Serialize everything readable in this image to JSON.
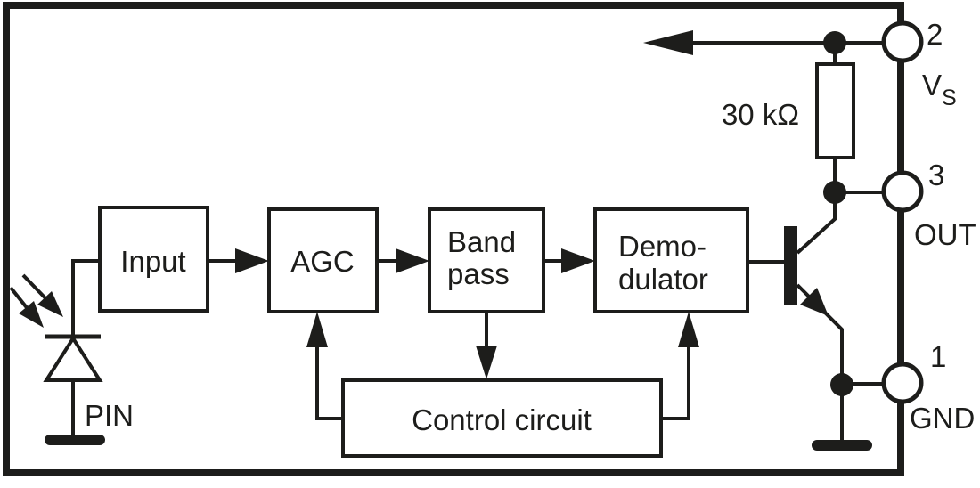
{
  "colors": {
    "ink": "#1d1d1b",
    "background": "#ffffff"
  },
  "blocks": {
    "input": {
      "label": "Input"
    },
    "agc": {
      "label": "AGC"
    },
    "bandpass": {
      "line1": "Band",
      "line2": "pass"
    },
    "demodulator": {
      "line1": "Demo-",
      "line2": "dulator"
    },
    "control": {
      "label": "Control circuit"
    }
  },
  "components": {
    "resistor": {
      "label": "30 kΩ"
    },
    "photodiode": {
      "label": "PIN"
    }
  },
  "pins": [
    {
      "number": "2",
      "name": "V",
      "name_sub": "S"
    },
    {
      "number": "3",
      "name": "OUT"
    },
    {
      "number": "1",
      "name": "GND"
    }
  ]
}
